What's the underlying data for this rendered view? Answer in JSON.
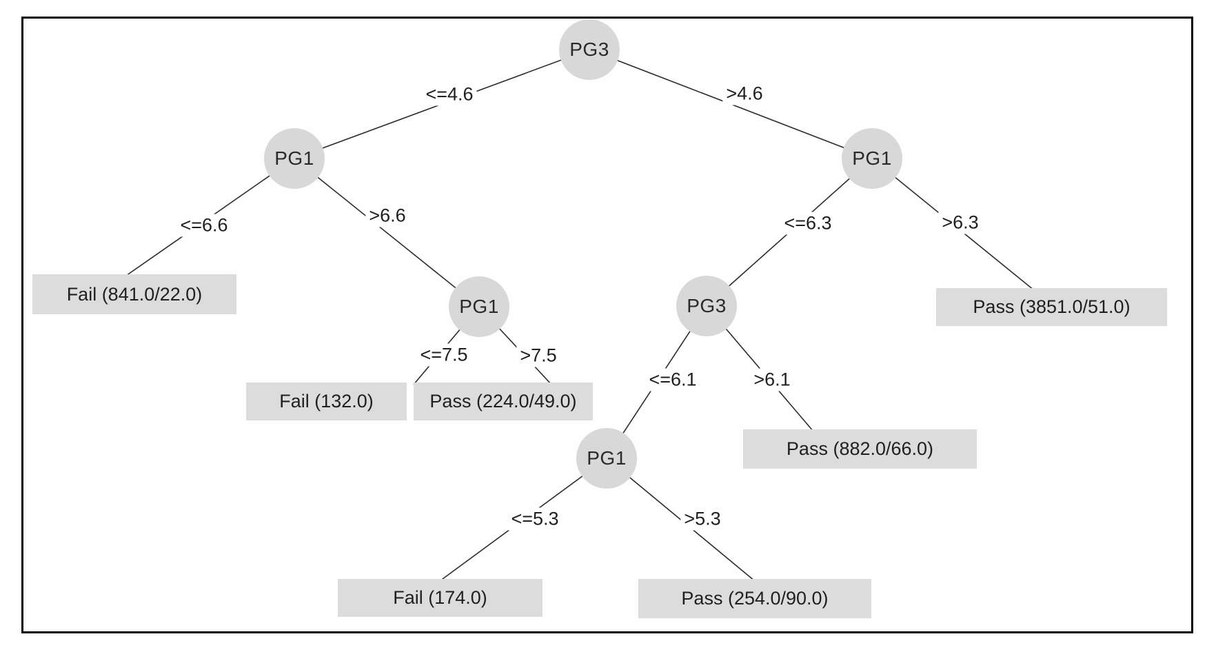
{
  "figure": {
    "type": "decision-tree",
    "colors": {
      "node_fill": "#d8d8d8",
      "leaf_fill": "#dcdcdc",
      "edge_line": "#2b2b2b",
      "frame_border": "#000000",
      "text": "#1f1f1f"
    },
    "nodes": {
      "root": "PG3",
      "left": "PG1",
      "left_right": "PG1",
      "right": "PG1",
      "right_left": "PG3",
      "right_left_left": "PG1"
    },
    "edge_labels": {
      "root_left": "<=4.6",
      "root_right": ">4.6",
      "left_left": "<=6.6",
      "left_right": ">6.6",
      "lr_left": "<=7.5",
      "lr_right": ">7.5",
      "right_left": "<=6.3",
      "right_right": ">6.3",
      "rl_left": "<=6.1",
      "rl_right": ">6.1",
      "rll_left": "<=5.3",
      "rll_right": ">5.3"
    },
    "leaves": {
      "fail_841": "Fail (841.0/22.0)",
      "fail_132": "Fail (132.0)",
      "pass_224": "Pass (224.0/49.0)",
      "pass_3851": "Pass (3851.0/51.0)",
      "pass_882": "Pass (882.0/66.0)",
      "fail_174": "Fail (174.0)",
      "pass_254": "Pass (254.0/90.0)"
    },
    "tree": {
      "root_attribute": "PG3",
      "structure": [
        {
          "path": "PG3 <=4.6 / PG1 <=6.6",
          "result": "Fail (841.0/22.0)"
        },
        {
          "path": "PG3 <=4.6 / PG1 >6.6 / PG1 <=7.5",
          "result": "Fail (132.0)"
        },
        {
          "path": "PG3 <=4.6 / PG1 >6.6 / PG1 >7.5",
          "result": "Pass (224.0/49.0)"
        },
        {
          "path": "PG3 >4.6 / PG1 <=6.3 / PG3 <=6.1 / PG1 <=5.3",
          "result": "Fail (174.0)"
        },
        {
          "path": "PG3 >4.6 / PG1 <=6.3 / PG3 <=6.1 / PG1 >5.3",
          "result": "Pass (254.0/90.0)"
        },
        {
          "path": "PG3 >4.6 / PG1 <=6.3 / PG3 >6.1",
          "result": "Pass (882.0/66.0)"
        },
        {
          "path": "PG3 >4.6 / PG1 >6.3",
          "result": "Pass (3851.0/51.0)"
        }
      ]
    }
  }
}
